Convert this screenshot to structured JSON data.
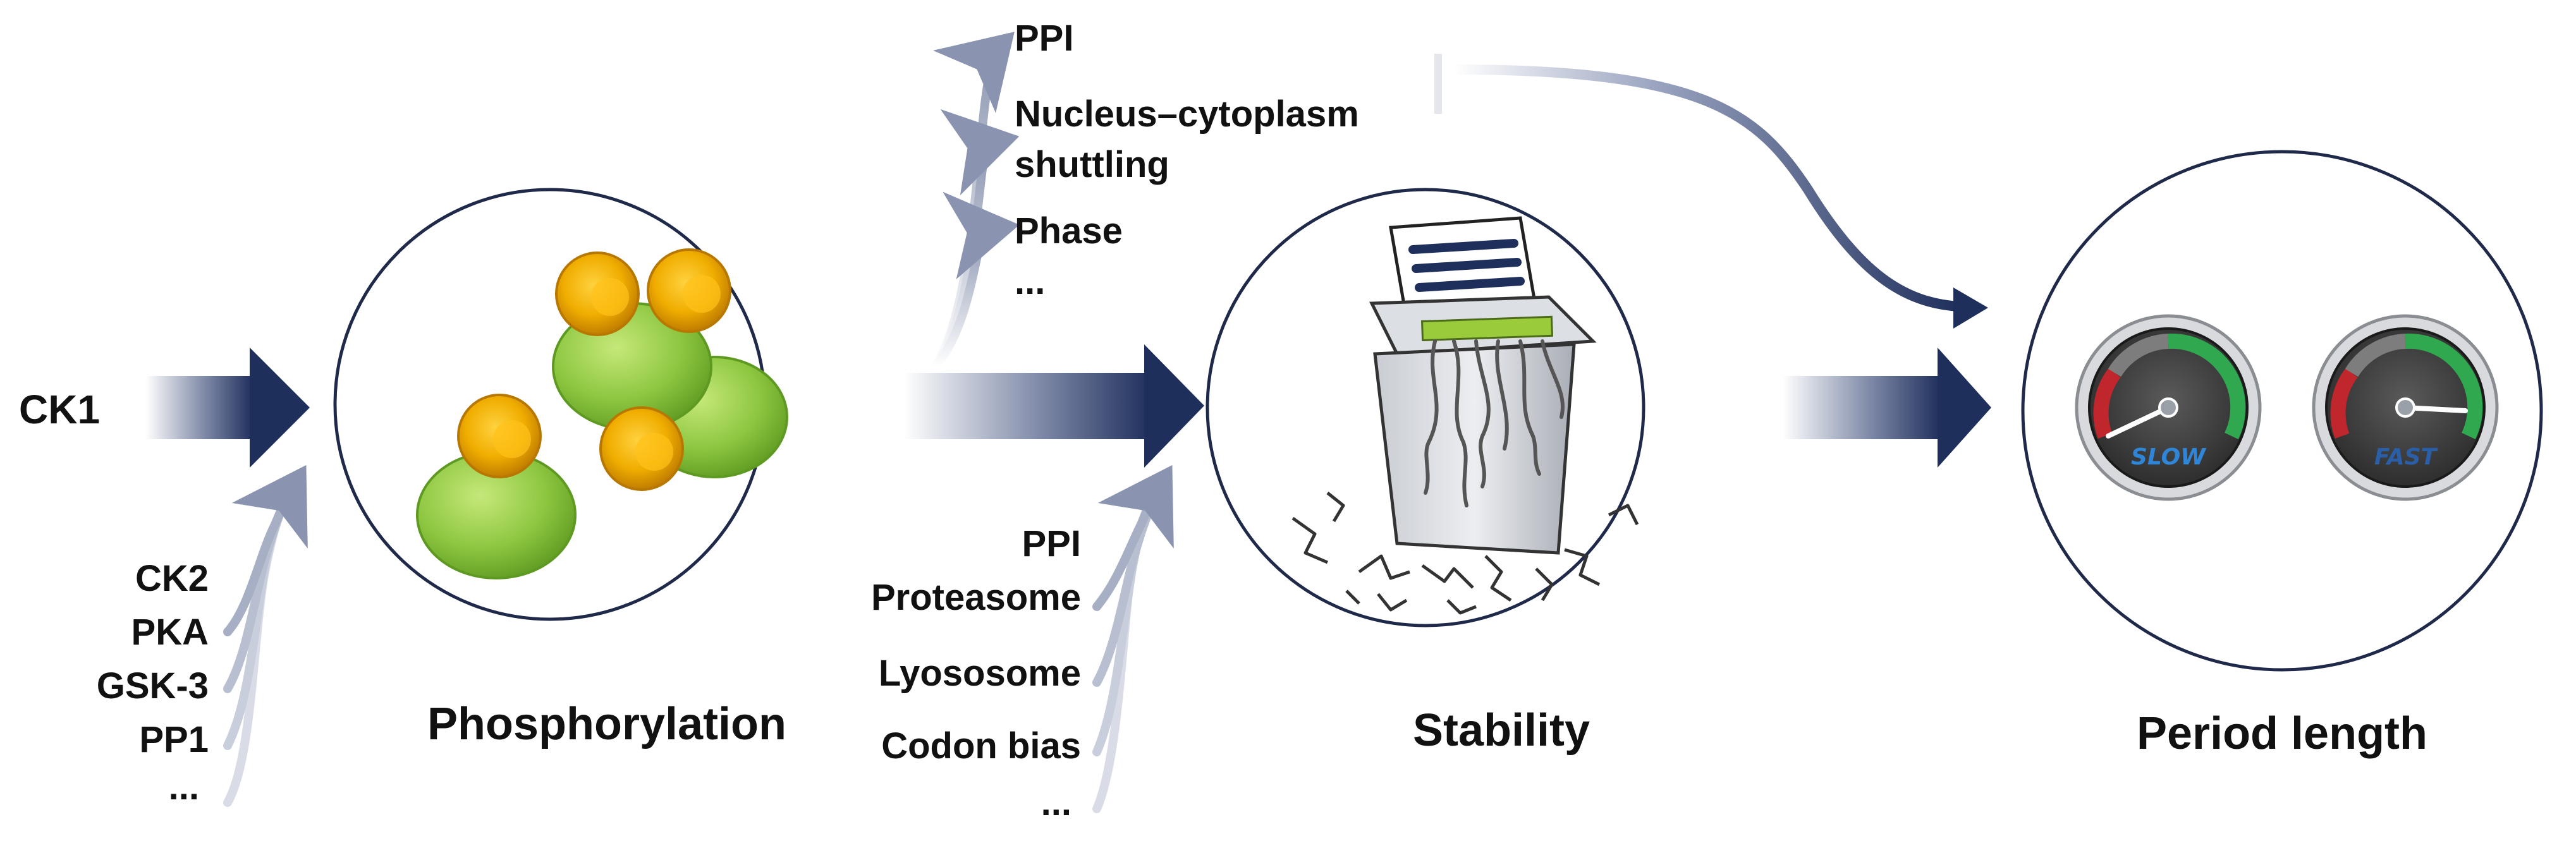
{
  "diagram": {
    "input_kinase": "CK1",
    "other_kinases": [
      "CK2",
      "PKA",
      "GSK-3",
      "PP1",
      "..."
    ],
    "stage1_label": "Phosphorylation",
    "upper_effects": [
      "PPI",
      "Nucleus–cytoplasm",
      "shuttling",
      "Phase",
      "..."
    ],
    "lower_factors": [
      "PPI",
      "Proteasome",
      "Lyososome",
      "Codon bias",
      "..."
    ],
    "stage2_label": "Stability",
    "stage3_label": "Period length",
    "gauges": [
      {
        "label": "SLOW",
        "text_color": "#2f86d8"
      },
      {
        "label": "FAST",
        "text_color": "#2a5fa8"
      }
    ]
  },
  "colors": {
    "arrow_dark": "#1f2f5c",
    "circle_stroke": "#1f2a4a",
    "phospho_green": "#8cc63f",
    "phospho_gold": "#e9a600"
  }
}
